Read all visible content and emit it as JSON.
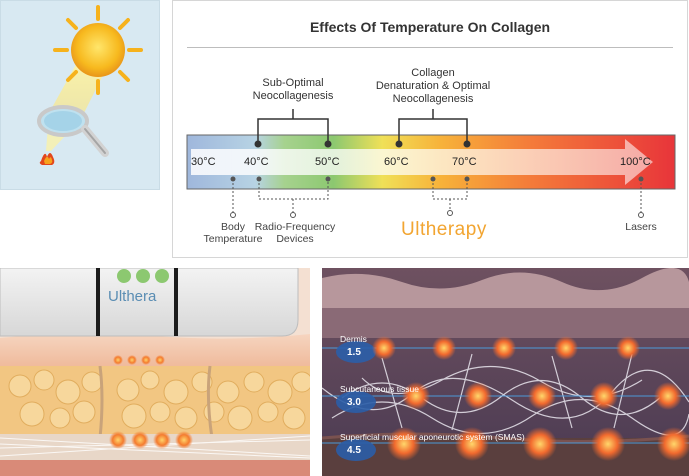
{
  "temperature_chart": {
    "title": "Effects Of Temperature On Collagen",
    "scale_labels": [
      "30°C",
      "40°C",
      "50°C",
      "60°C",
      "70°C",
      "100°C"
    ],
    "groups": [
      {
        "line1": "Sub-Optimal",
        "line2": "Neocollagenesis"
      },
      {
        "line1": "Collagen",
        "line2": "Denaturation & Optimal",
        "line3": "Neocollagenesis"
      }
    ],
    "markers": [
      {
        "line1": "Body",
        "line2": "Temperature"
      },
      {
        "line1": "Radio-Frequency",
        "line2": "Devices"
      },
      {
        "line1": "Lasers"
      }
    ],
    "brand": "Ultherapy"
  },
  "device": {
    "brand": "Ulthera"
  },
  "skin_layers": [
    {
      "name": "Dermis",
      "depth": "1.5"
    },
    {
      "name": "Subcutaneous tissue",
      "depth": "3.0"
    },
    {
      "name": "Superficial muscular aponeurotic system (SMAS)",
      "depth": "4.5"
    }
  ],
  "colors": {
    "brand_orange": "#f2a531",
    "bar_cool": "#9fb7dc",
    "bar_hot": "#e8353a",
    "focal_point": "#f26a2e"
  }
}
